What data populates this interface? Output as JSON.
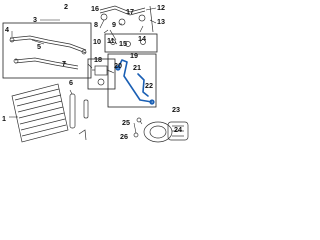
{
  "accent_color": "#1a5fb4",
  "callouts": {
    "c1": "1",
    "c2": "2",
    "c3": "3",
    "c4": "4",
    "c5": "5",
    "c6": "6",
    "c7": "7",
    "c8": "8",
    "c9": "9",
    "c10": "10",
    "c11": "11",
    "c12": "12",
    "c13": "13",
    "c14": "14",
    "c15": "15",
    "c16": "16",
    "c17": "17",
    "c18": "18",
    "c19": "19",
    "c20": "20",
    "c21": "21",
    "c22": "22",
    "c23": "23",
    "c24": "24",
    "c25": "25",
    "c26": "26"
  }
}
